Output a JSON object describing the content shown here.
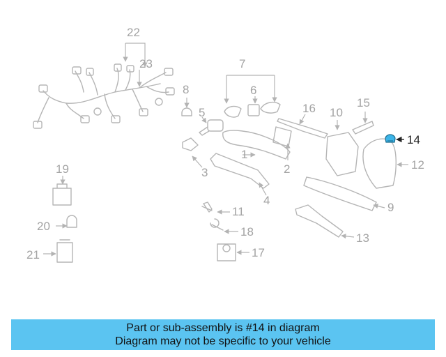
{
  "callouts": {
    "c22": "22",
    "c23": "23",
    "c7": "7",
    "c8": "8",
    "c6": "6",
    "c16": "16",
    "c10": "10",
    "c15": "15",
    "c14": "14",
    "c5": "5",
    "c1": "1",
    "c2": "2",
    "c3": "3",
    "c4": "4",
    "c12": "12",
    "c19": "19",
    "c9": "9",
    "c11": "11",
    "c20": "20",
    "c18": "18",
    "c13": "13",
    "c21": "21",
    "c17": "17"
  },
  "highlight": {
    "callout": "14",
    "color": "#3bb4e8"
  },
  "banner": {
    "line1": "Part or sub-assembly is #14 in diagram",
    "line2": "Diagram may not be specific to your vehicle",
    "background": "#5bc4f1"
  }
}
